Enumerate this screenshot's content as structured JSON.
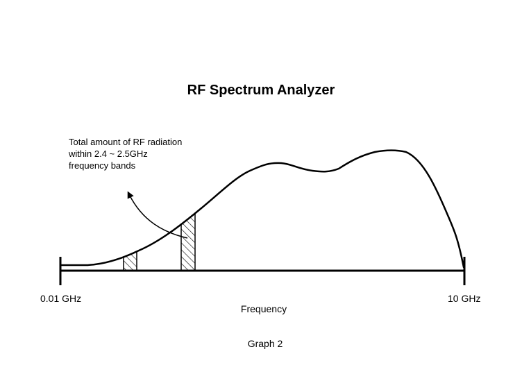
{
  "title": "RF Spectrum Analyzer",
  "annotation": {
    "lines": [
      "Total amount of RF radiation",
      "within 2.4 ~ 2.5GHz",
      "frequency bands"
    ]
  },
  "axis": {
    "min_label": "0.01 GHz",
    "max_label": "10 GHz",
    "label": "Frequency"
  },
  "caption": "Graph 2",
  "colors": {
    "stroke": "#000000",
    "background": "#ffffff"
  }
}
